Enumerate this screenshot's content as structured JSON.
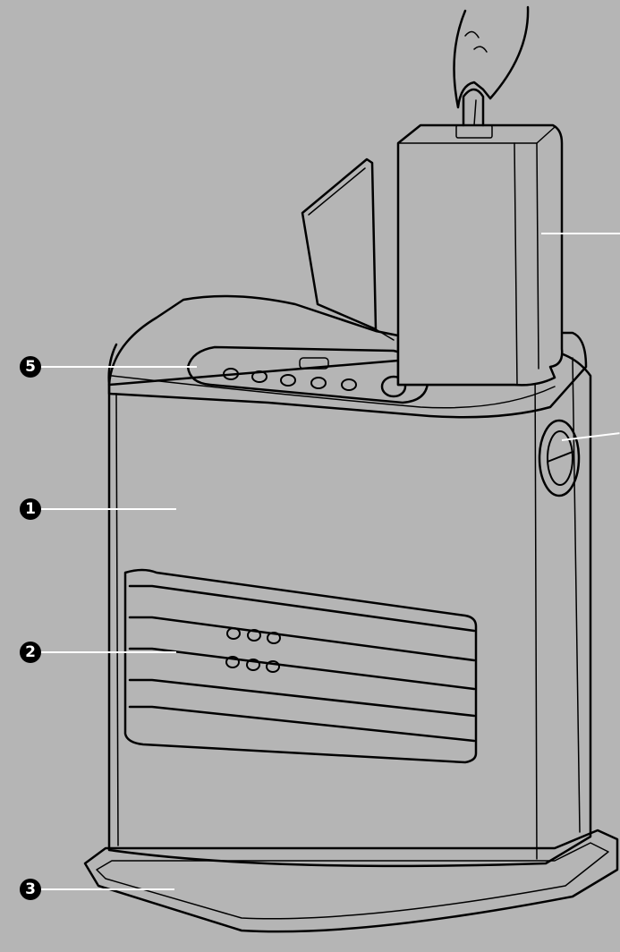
{
  "colors": {
    "background": "#b5b5b5",
    "outline": "#000000",
    "leader_lines": "#ffffff",
    "callout_fill": "#000000",
    "callout_text": "#ffffff"
  },
  "callouts": [
    {
      "id": "1",
      "label": "1"
    },
    {
      "id": "2",
      "label": "2"
    },
    {
      "id": "3",
      "label": "3"
    },
    {
      "id": "5",
      "label": "5"
    }
  ],
  "parts": [
    "heater-body",
    "front-louvre-grille",
    "base-tray",
    "control-panel",
    "fuel-cartridge",
    "fuel-gauge-dial",
    "hinged-lid",
    "hand"
  ]
}
